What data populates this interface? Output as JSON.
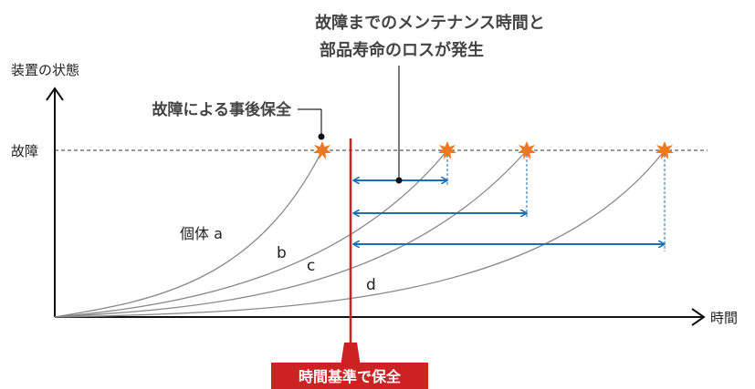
{
  "labels": {
    "y_axis": "装置の状態",
    "x_axis": "時間",
    "failure_level": "故障",
    "breakdown_maintenance": "故障による事後保全",
    "loss_line1": "故障までのメンテナンス時間と",
    "loss_line2": "部品寿命のロスが発生",
    "time_based_maintenance": "時間基準で保全"
  },
  "curves": [
    {
      "label": "個体 a"
    },
    {
      "label": "b"
    },
    {
      "label": "c"
    },
    {
      "label": "d"
    }
  ],
  "colors": {
    "axis": "#111111",
    "curve": "#888888",
    "marker": "#cc2222",
    "arrow": "#1a6fb5",
    "failure_burst": "#f07820",
    "failure_line": "#333333"
  }
}
